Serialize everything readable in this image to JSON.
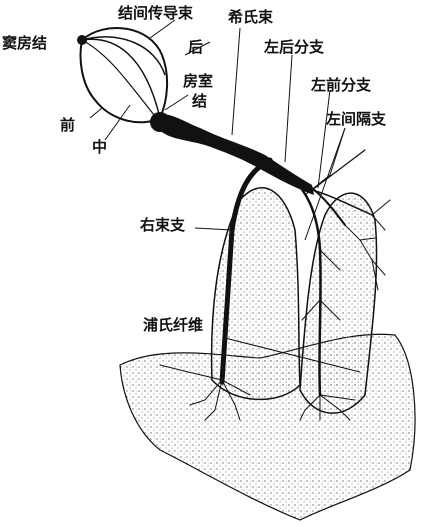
{
  "labels": {
    "sinoatrial_node": "窦房结",
    "internodal_tracts": "结间传导束",
    "bundle_of_his": "希氏束",
    "posterior": "后",
    "left_posterior_branch": "左后分支",
    "atrioventricular_node_line1": "房室",
    "atrioventricular_node_line2": "结",
    "left_anterior_branch": "左前分支",
    "anterior": "前",
    "left_septal_branch": "左间隔支",
    "middle": "中",
    "right_bundle_branch": "右束支",
    "purkinje_fibers": "浦氏纤维"
  },
  "colors": {
    "ink": "#111111",
    "paper": "#ffffff",
    "stipple": "#8a8a8a"
  }
}
